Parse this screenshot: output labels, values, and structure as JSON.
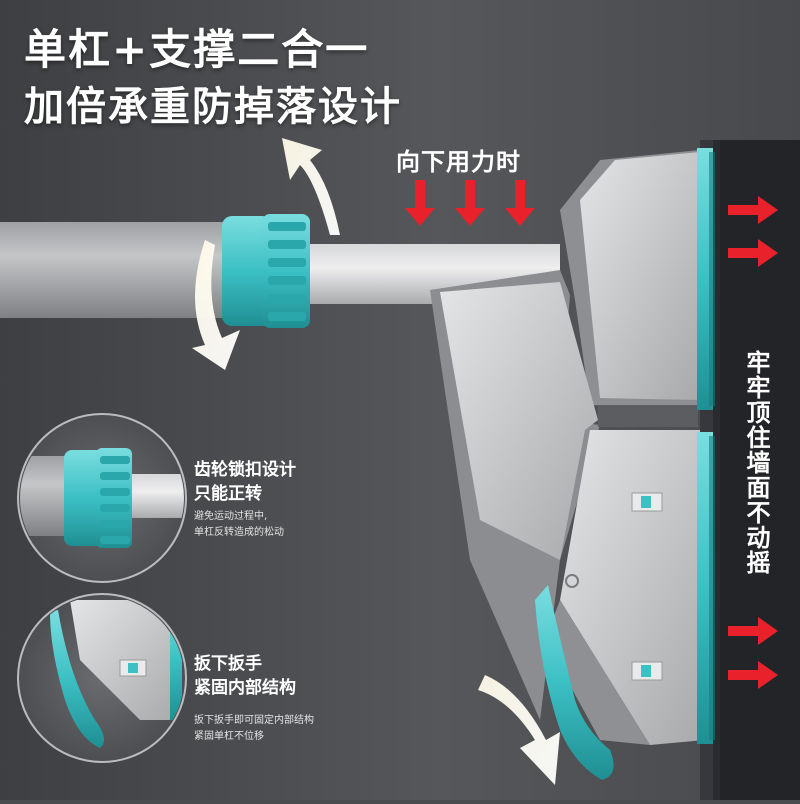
{
  "headline": {
    "line1": "单杠+支撑二合一",
    "line2": "加倍承重防掉落设计"
  },
  "press_label": "向下用力时",
  "side_label": "牢牢顶住墙面不动摇",
  "callout_gear": {
    "title_line1": "齿轮锁扣设计",
    "title_line2": "只能正转",
    "desc_line1": "避免运动过程中,",
    "desc_line2": "单杠反转造成的松动"
  },
  "callout_lever": {
    "title_line1": "扳下扳手",
    "title_line2": "紧固内部结构",
    "desc_line1": "扳下扳手即可固定内部结构",
    "desc_line2": "紧固单杠不位移"
  },
  "colors": {
    "background": "#4a4b4e",
    "wall": "#25262a",
    "accent_teal": "#3cc0c4",
    "arrow_red": "#e8212a",
    "bracket_gray": "#c9cacc"
  }
}
